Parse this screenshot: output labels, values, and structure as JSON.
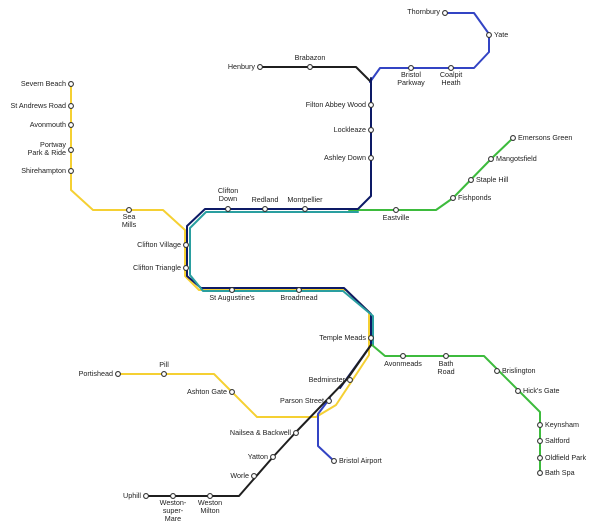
{
  "lines": {
    "severn": {
      "color": "#f5d033"
    },
    "black": {
      "color": "#1f1f1f"
    },
    "navy": {
      "color": "#0d1a66"
    },
    "blue": {
      "color": "#3344c4"
    },
    "green": {
      "color": "#3dbb3d"
    },
    "teal": {
      "color": "#2a9fa0"
    }
  },
  "stations": [
    {
      "id": "thornbury",
      "lines": [
        "Thornbury"
      ]
    },
    {
      "id": "yate",
      "lines": [
        "Yate"
      ]
    },
    {
      "id": "henbury",
      "lines": [
        "Henbury"
      ]
    },
    {
      "id": "brabazon",
      "lines": [
        "Brabazon"
      ]
    },
    {
      "id": "bristol-parkway",
      "lines": [
        "Bristol",
        "Parkway"
      ]
    },
    {
      "id": "coalpit-heath",
      "lines": [
        "Coalpit",
        "Heath"
      ]
    },
    {
      "id": "filton-abbey-wood",
      "lines": [
        "Filton Abbey Wood"
      ]
    },
    {
      "id": "lockleaze",
      "lines": [
        "Lockleaze"
      ]
    },
    {
      "id": "ashley-down",
      "lines": [
        "Ashley Down"
      ]
    },
    {
      "id": "severn-beach",
      "lines": [
        "Severn Beach"
      ]
    },
    {
      "id": "st-andrews-road",
      "lines": [
        "St Andrews Road"
      ]
    },
    {
      "id": "avonmouth",
      "lines": [
        "Avonmouth"
      ]
    },
    {
      "id": "portway-park-ride",
      "lines": [
        "Portway",
        "Park & Ride"
      ]
    },
    {
      "id": "shirehampton",
      "lines": [
        "Shirehampton"
      ]
    },
    {
      "id": "sea-mills",
      "lines": [
        "Sea",
        "Mills"
      ]
    },
    {
      "id": "emersons-green",
      "lines": [
        "Emersons Green"
      ]
    },
    {
      "id": "mangotsfield",
      "lines": [
        "Mangotsfield"
      ]
    },
    {
      "id": "staple-hill",
      "lines": [
        "Staple Hill"
      ]
    },
    {
      "id": "fishponds",
      "lines": [
        "Fishponds"
      ]
    },
    {
      "id": "eastville",
      "lines": [
        "Eastville"
      ]
    },
    {
      "id": "clifton-down",
      "lines": [
        "Clifton",
        "Down"
      ]
    },
    {
      "id": "redland",
      "lines": [
        "Redland"
      ]
    },
    {
      "id": "montpellier",
      "lines": [
        "Montpellier"
      ]
    },
    {
      "id": "clifton-village",
      "lines": [
        "Clifton Village"
      ]
    },
    {
      "id": "clifton-triangle",
      "lines": [
        "Clifton Triangle"
      ]
    },
    {
      "id": "st-augustines",
      "lines": [
        "St Augustine's"
      ]
    },
    {
      "id": "broadmead",
      "lines": [
        "Broadmead"
      ]
    },
    {
      "id": "temple-meads",
      "lines": [
        "Temple Meads"
      ]
    },
    {
      "id": "avonmeads",
      "lines": [
        "Avonmeads"
      ]
    },
    {
      "id": "bath-road",
      "lines": [
        "Bath",
        "Road"
      ]
    },
    {
      "id": "brislington",
      "lines": [
        "Brislington"
      ]
    },
    {
      "id": "hicks-gate",
      "lines": [
        "Hick's Gate"
      ]
    },
    {
      "id": "keynsham",
      "lines": [
        "Keynsham"
      ]
    },
    {
      "id": "saltford",
      "lines": [
        "Saltford"
      ]
    },
    {
      "id": "oldfield-park",
      "lines": [
        "Oldfield Park"
      ]
    },
    {
      "id": "bath-spa",
      "lines": [
        "Bath Spa"
      ]
    },
    {
      "id": "portishead",
      "lines": [
        "Portishead"
      ]
    },
    {
      "id": "pill",
      "lines": [
        "Pill"
      ]
    },
    {
      "id": "ashton-gate",
      "lines": [
        "Ashton Gate"
      ]
    },
    {
      "id": "bedminster",
      "lines": [
        "Bedminster"
      ]
    },
    {
      "id": "parson-street",
      "lines": [
        "Parson Street"
      ]
    },
    {
      "id": "nailsea-backwell",
      "lines": [
        "Nailsea & Backwell"
      ]
    },
    {
      "id": "bristol-airport",
      "lines": [
        "Bristol Airport"
      ]
    },
    {
      "id": "yatton",
      "lines": [
        "Yatton"
      ]
    },
    {
      "id": "worle",
      "lines": [
        "Worle"
      ]
    },
    {
      "id": "uphill",
      "lines": [
        "Uphill"
      ]
    },
    {
      "id": "weston-super-mare",
      "lines": [
        "Weston-",
        "super-",
        "Mare"
      ]
    },
    {
      "id": "weston-milton",
      "lines": [
        "Weston",
        "Milton"
      ]
    }
  ]
}
